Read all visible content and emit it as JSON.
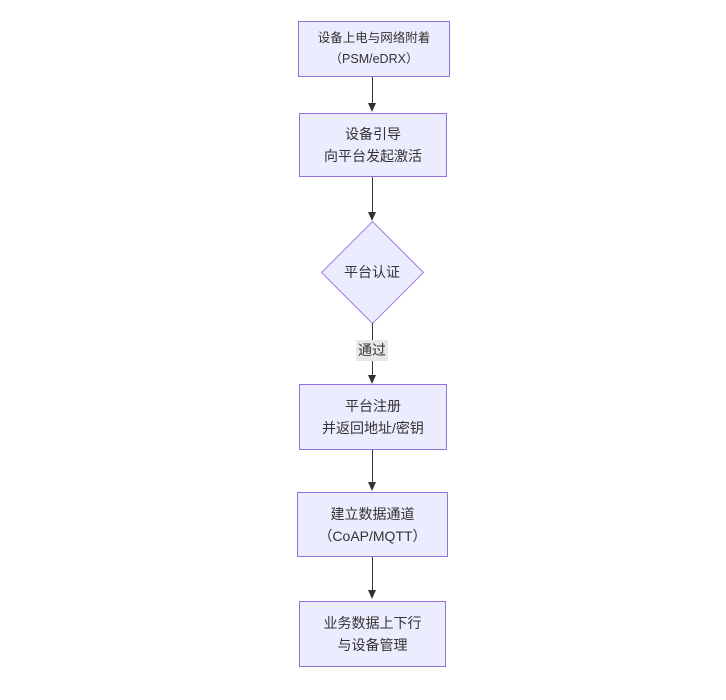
{
  "diagram": {
    "type": "flowchart",
    "direction": "top-down",
    "colors": {
      "page_bg": "#ffffff",
      "node_fill": "#ECECFF",
      "node_border": "#9370DB",
      "diamond_border": "#9f7bdd",
      "arrow_color": "#333333",
      "label_bg": "#e8e8e8",
      "text_color": "#333333"
    },
    "nodes": [
      {
        "id": "power-attach",
        "shape": "rect",
        "lines": [
          "设备上电与网络附着",
          "（PSM/eDRX）"
        ]
      },
      {
        "id": "bootstrap",
        "shape": "rect",
        "lines": [
          "设备引导",
          "向平台发起激活"
        ]
      },
      {
        "id": "platform-auth",
        "shape": "diamond",
        "lines": [
          "平台认证"
        ]
      },
      {
        "id": "register",
        "shape": "rect",
        "lines": [
          "平台注册",
          "并返回地址/密钥"
        ]
      },
      {
        "id": "data-channel",
        "shape": "rect",
        "lines": [
          "建立数据通道",
          "（CoAP/MQTT）"
        ]
      },
      {
        "id": "business-data",
        "shape": "rect",
        "lines": [
          "业务数据上下行",
          "与设备管理"
        ]
      }
    ],
    "edges": [
      {
        "from": "power-attach",
        "to": "bootstrap",
        "label": ""
      },
      {
        "from": "bootstrap",
        "to": "platform-auth",
        "label": ""
      },
      {
        "from": "platform-auth",
        "to": "register",
        "label": "通过"
      },
      {
        "from": "register",
        "to": "data-channel",
        "label": ""
      },
      {
        "from": "data-channel",
        "to": "business-data",
        "label": ""
      }
    ]
  }
}
